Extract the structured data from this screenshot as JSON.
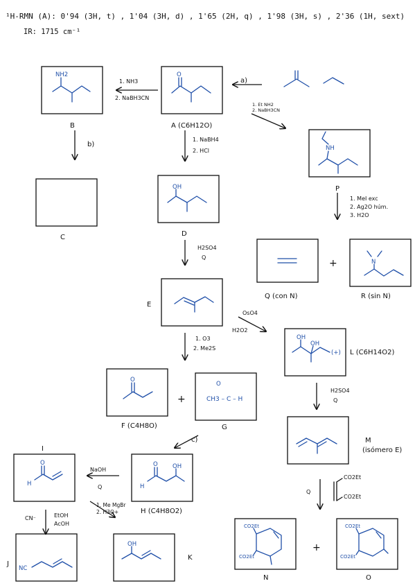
{
  "header": {
    "nmr_line": "¹H-RMN (A):   0'94 (3H, t) , 1'04 (3H, d) , 1'65 (2H, q) , 1'98 (3H, s) , 2'36 (1H, sext)",
    "ir_line": "IR: 1715 cm⁻¹"
  },
  "compounds": {
    "B": "B",
    "A": "A (C6H12O)",
    "C": "C",
    "D": "D",
    "P": "P",
    "E": "E",
    "Q": "Q (con N)",
    "R": "R (sin N)",
    "L": "L (C6H14O2)",
    "F": "F (C4H8O)",
    "G": "G",
    "M": "M",
    "M_note": "(isómero E)",
    "I": "I",
    "H": "H (C4H8O2)",
    "J": "J",
    "K": "K",
    "N": "N",
    "O": "O"
  },
  "structure_text": {
    "nh2": "NH2",
    "nh": "NH",
    "oh": "OH",
    "o": "O",
    "n": "N",
    "n_plus": "(+)",
    "acetaldehyde": "CH3 – C – H",
    "acetaldehyde_o": "O",
    "h": "H",
    "nc": "NC",
    "co2et": "CO2Et"
  },
  "reagents": {
    "a": "a)",
    "b": "b)",
    "c": "c)",
    "a_to_b": "1. NH3\n2. NaBH3CN",
    "a_to_d": "1. NaBH4\n2. HCl",
    "a_to_p": "1. Et NH2\n2. NaBH3CN",
    "p_to_qr": "1. MeI exc\n2. Ag2O  húm.\n3.  H2O",
    "d_to_e": "H2SO4\nQ",
    "e_to_l": "OsO4\nH2O2",
    "e_to_fg": "1. O3\n2. Me2S",
    "l_to_m": "H2SO4\nQ",
    "m_to_no": "Q",
    "dienophile_top": "CO2Et",
    "dienophile_bottom": "CO2Et",
    "h_to_i": "NaOH\nQ",
    "h_to_k": "1. Me MgBr\n2. H3O+",
    "i_to_j_left": "CN⁻",
    "i_to_j_right": "EtOH\nAcOH",
    "plus": "+"
  },
  "colors": {
    "ink": "#111111",
    "structure": "#1f4fa8"
  }
}
